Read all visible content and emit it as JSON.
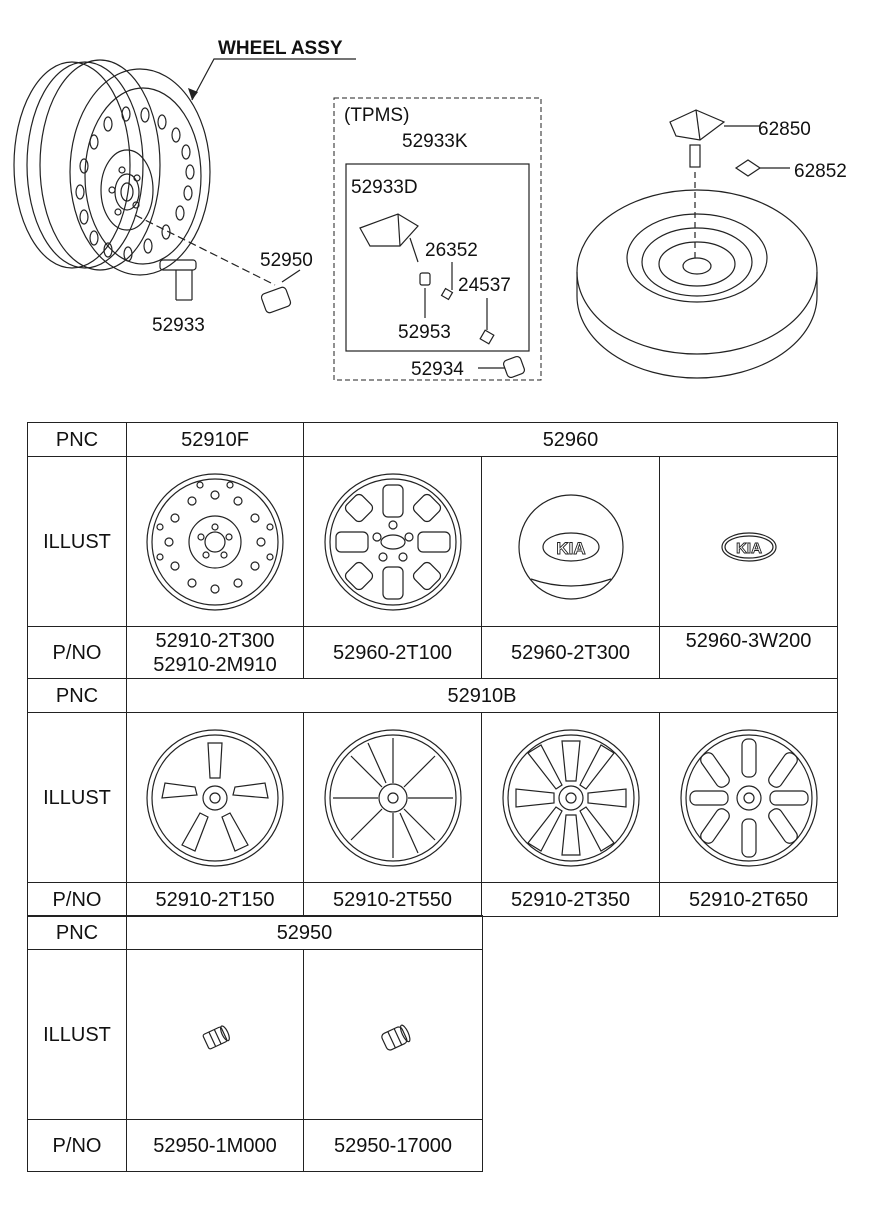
{
  "diagram": {
    "title": "WHEEL ASSY",
    "tpms_label": "(TPMS)",
    "callouts": {
      "c52933K": "52933K",
      "c52933D": "52933D",
      "c26352": "26352",
      "c24537": "24537",
      "c52953": "52953",
      "c52934": "52934",
      "c52950": "52950",
      "c52933": "52933",
      "c62850": "62850",
      "c62852": "62852"
    }
  },
  "table1": {
    "row_pnc_label": "PNC",
    "row_illust_label": "ILLUST",
    "row_pno_label": "P/NO",
    "pnc": [
      "52910F",
      "52960"
    ],
    "pno": [
      [
        "52910-2T300",
        "52910-2M910"
      ],
      [
        "52960-2T100"
      ],
      [
        "52960-2T300"
      ],
      [
        "52960-3W200"
      ]
    ],
    "logo_text": "KIA"
  },
  "table2": {
    "row_pnc_label": "PNC",
    "row_illust_label": "ILLUST",
    "row_pno_label": "P/NO",
    "pnc": "52910B",
    "pno": [
      "52910-2T150",
      "52910-2T550",
      "52910-2T350",
      "52910-2T650"
    ]
  },
  "table3": {
    "row_pnc_label": "PNC",
    "row_illust_label": "ILLUST",
    "row_pno_label": "P/NO",
    "pnc": "52950",
    "pno": [
      "52950-1M000",
      "52950-17000"
    ]
  }
}
